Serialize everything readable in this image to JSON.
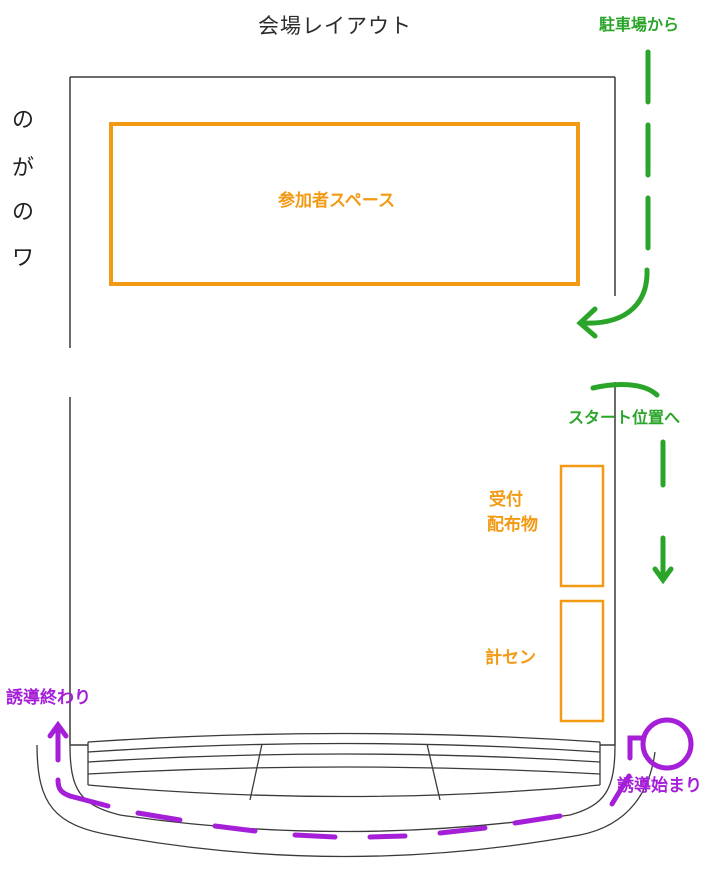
{
  "title": "会場レイアウト",
  "labels": {
    "participant_space": "参加者スペース",
    "reception_line1": "受付",
    "reception_line2": "配布物",
    "keisen": "計セン",
    "from_parking": "駐車場から",
    "to_start": "スタート位置へ",
    "guide_start": "誘導始まり",
    "guide_end": "誘導終わり"
  },
  "side_text_fragments": [
    "の",
    "が",
    "の",
    "ワ"
  ],
  "colors": {
    "orange": "#f39a14",
    "green": "#2aa52a",
    "purple": "#a61fd8",
    "outline": "#3a3a3a"
  }
}
